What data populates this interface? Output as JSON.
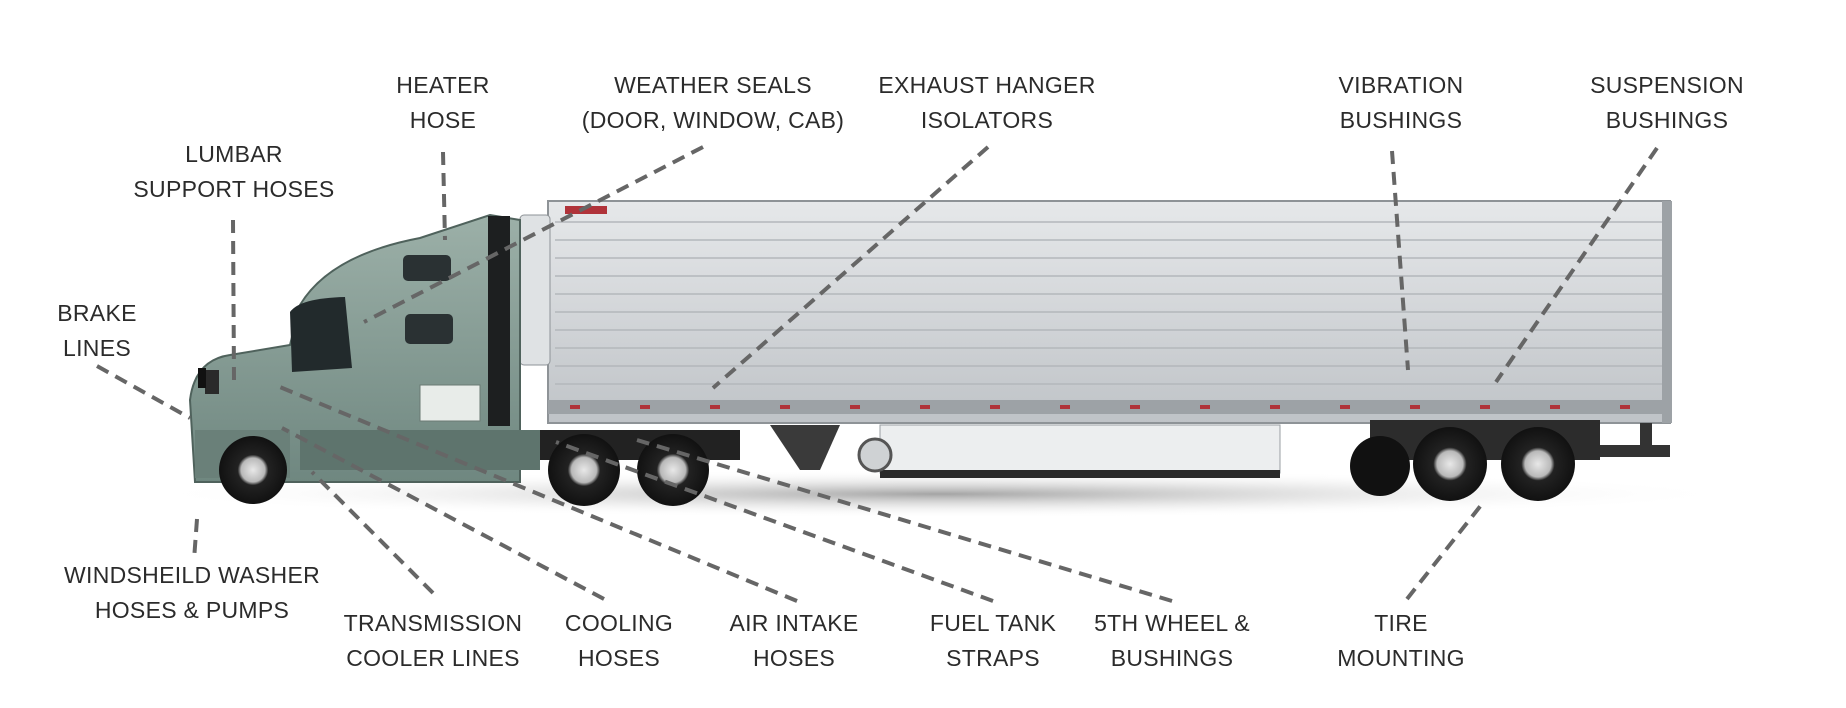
{
  "diagram": {
    "labels": [
      {
        "id": "heater-hose",
        "lines": [
          "HEATER",
          "HOSE"
        ]
      },
      {
        "id": "weather-seals",
        "lines": [
          "WEATHER SEALS",
          "(DOOR, WINDOW, CAB)"
        ]
      },
      {
        "id": "exhaust-hanger-isolators",
        "lines": [
          "EXHAUST HANGER",
          "ISOLATORS"
        ]
      },
      {
        "id": "vibration-bushings",
        "lines": [
          "VIBRATION",
          "BUSHINGS"
        ]
      },
      {
        "id": "suspension-bushings",
        "lines": [
          "SUSPENSION",
          "BUSHINGS"
        ]
      },
      {
        "id": "lumbar-support-hoses",
        "lines": [
          "LUMBAR",
          "SUPPORT HOSES"
        ]
      },
      {
        "id": "brake-lines",
        "lines": [
          "BRAKE",
          "LINES"
        ]
      },
      {
        "id": "windshield-washer",
        "lines": [
          "WINDSHEILD WASHER",
          "HOSES & PUMPS"
        ]
      },
      {
        "id": "transmission-cooler-lines",
        "lines": [
          "TRANSMISSION",
          "COOLER LINES"
        ]
      },
      {
        "id": "cooling-hoses",
        "lines": [
          "COOLING",
          "HOSES"
        ]
      },
      {
        "id": "air-intake-hoses",
        "lines": [
          "AIR INTAKE",
          "HOSES"
        ]
      },
      {
        "id": "fuel-tank-straps",
        "lines": [
          "FUEL TANK",
          "STRAPS"
        ]
      },
      {
        "id": "fifth-wheel-bushings",
        "lines": [
          "5TH WHEEL &",
          "BUSHINGS"
        ]
      },
      {
        "id": "tire-mounting",
        "lines": [
          "TIRE",
          "MOUNTING"
        ]
      }
    ]
  }
}
